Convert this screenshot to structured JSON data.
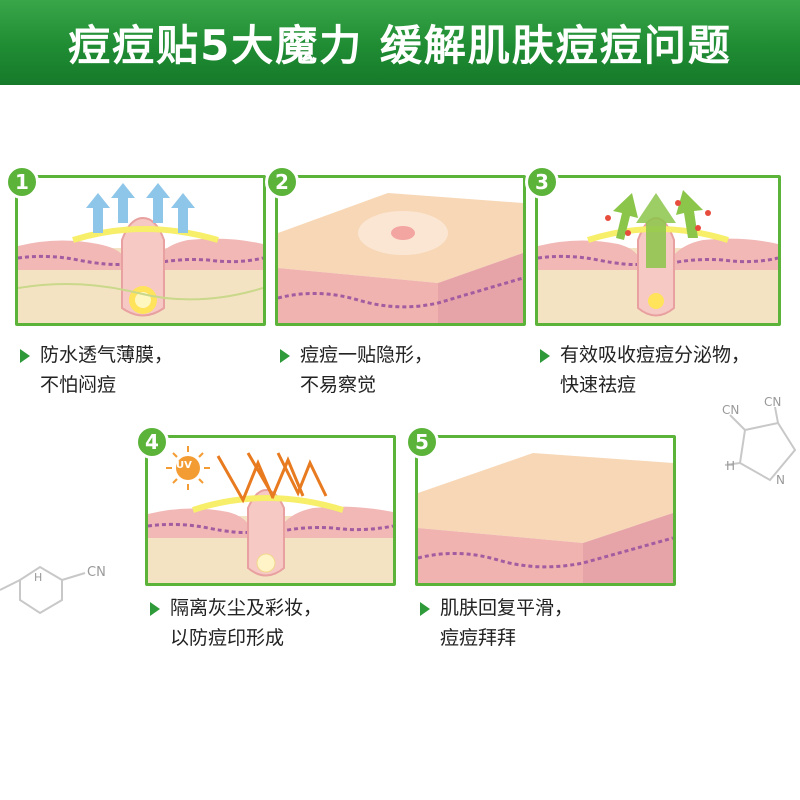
{
  "title": "痘痘贴5大魔力 缓解肌肤痘痘问题",
  "steps": [
    {
      "num": "1",
      "text": "防水透气薄膜，\n不怕闷痘"
    },
    {
      "num": "2",
      "text": "痘痘一贴隐形，\n不易察觉"
    },
    {
      "num": "3",
      "text": "有效吸收痘痘分泌物，\n快速祛痘"
    },
    {
      "num": "4",
      "text": "隔离灰尘及彩妆，\n以防痘印形成"
    },
    {
      "num": "5",
      "text": "肌肤回复平滑，\n痘痘拜拜"
    }
  ],
  "labels": {
    "uv": "UV",
    "cn": "CN",
    "h": "H",
    "n": "N"
  },
  "colors": {
    "green": "#5bb33a",
    "banner": "#1f8c33"
  }
}
